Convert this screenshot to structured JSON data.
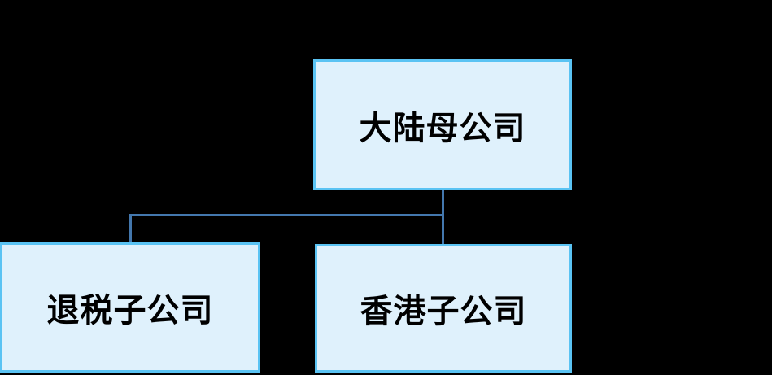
{
  "diagram": {
    "type": "org-chart",
    "background_color": "#000000",
    "node_fill_color": "#dff1fc",
    "node_border_color": "#5ac3f3",
    "connector_color": "#4377ad",
    "text_color": "#000000",
    "nodes": {
      "parent": {
        "label": "大陆母公司"
      },
      "child_left": {
        "label": "退税子公司"
      },
      "child_right": {
        "label": "香港子公司"
      }
    },
    "edges": [
      {
        "from": "parent",
        "to": "child_left"
      },
      {
        "from": "parent",
        "to": "child_right"
      }
    ]
  }
}
